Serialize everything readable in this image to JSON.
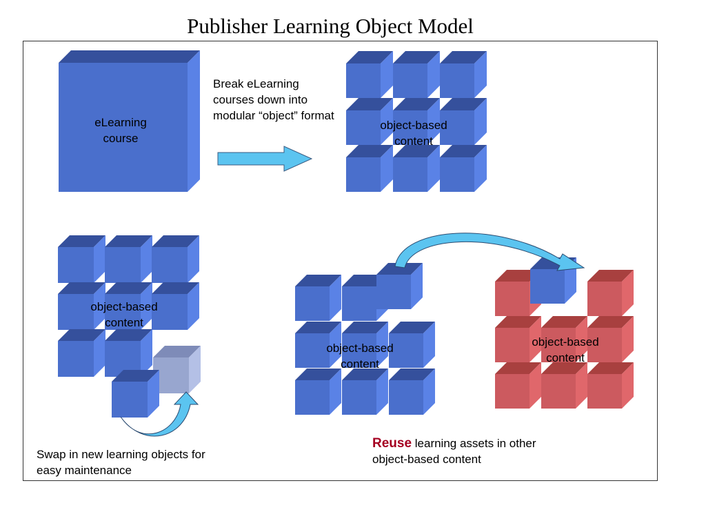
{
  "title": "Publisher Learning Object Model",
  "colors": {
    "blue_front": "#4a6fcc",
    "blue_top": "#35509c",
    "blue_side": "#5a82e6",
    "red_front": "#cc5a5f",
    "red_top": "#a8403f",
    "red_side": "#e0676b",
    "swap_front": "#98a6cf",
    "arrow_fill": "#5bc4f0",
    "reuse_accent": "#a50021"
  },
  "panels": {
    "top_left": {
      "label_line1": "eLearning",
      "label_line2": "course"
    },
    "top_middle": {
      "caption_line1": "Break eLearning",
      "caption_line2": "courses down into",
      "caption_line3": "modular “object” format"
    },
    "top_right": {
      "label_line1": "object-based",
      "label_line2": "content"
    },
    "bottom_left": {
      "label_line1": "object-based",
      "label_line2": "content",
      "caption_line1": "Swap in new learning objects for",
      "caption_line2": "easy maintenance"
    },
    "bottom_middle": {
      "label_line1": "object-based",
      "label_line2": "content"
    },
    "bottom_right": {
      "label_line1": "object-based",
      "label_line2": "content",
      "caption_emphasis": "Reuse",
      "caption_rest": " learning assets in other",
      "caption_line2": "object-based content"
    }
  }
}
